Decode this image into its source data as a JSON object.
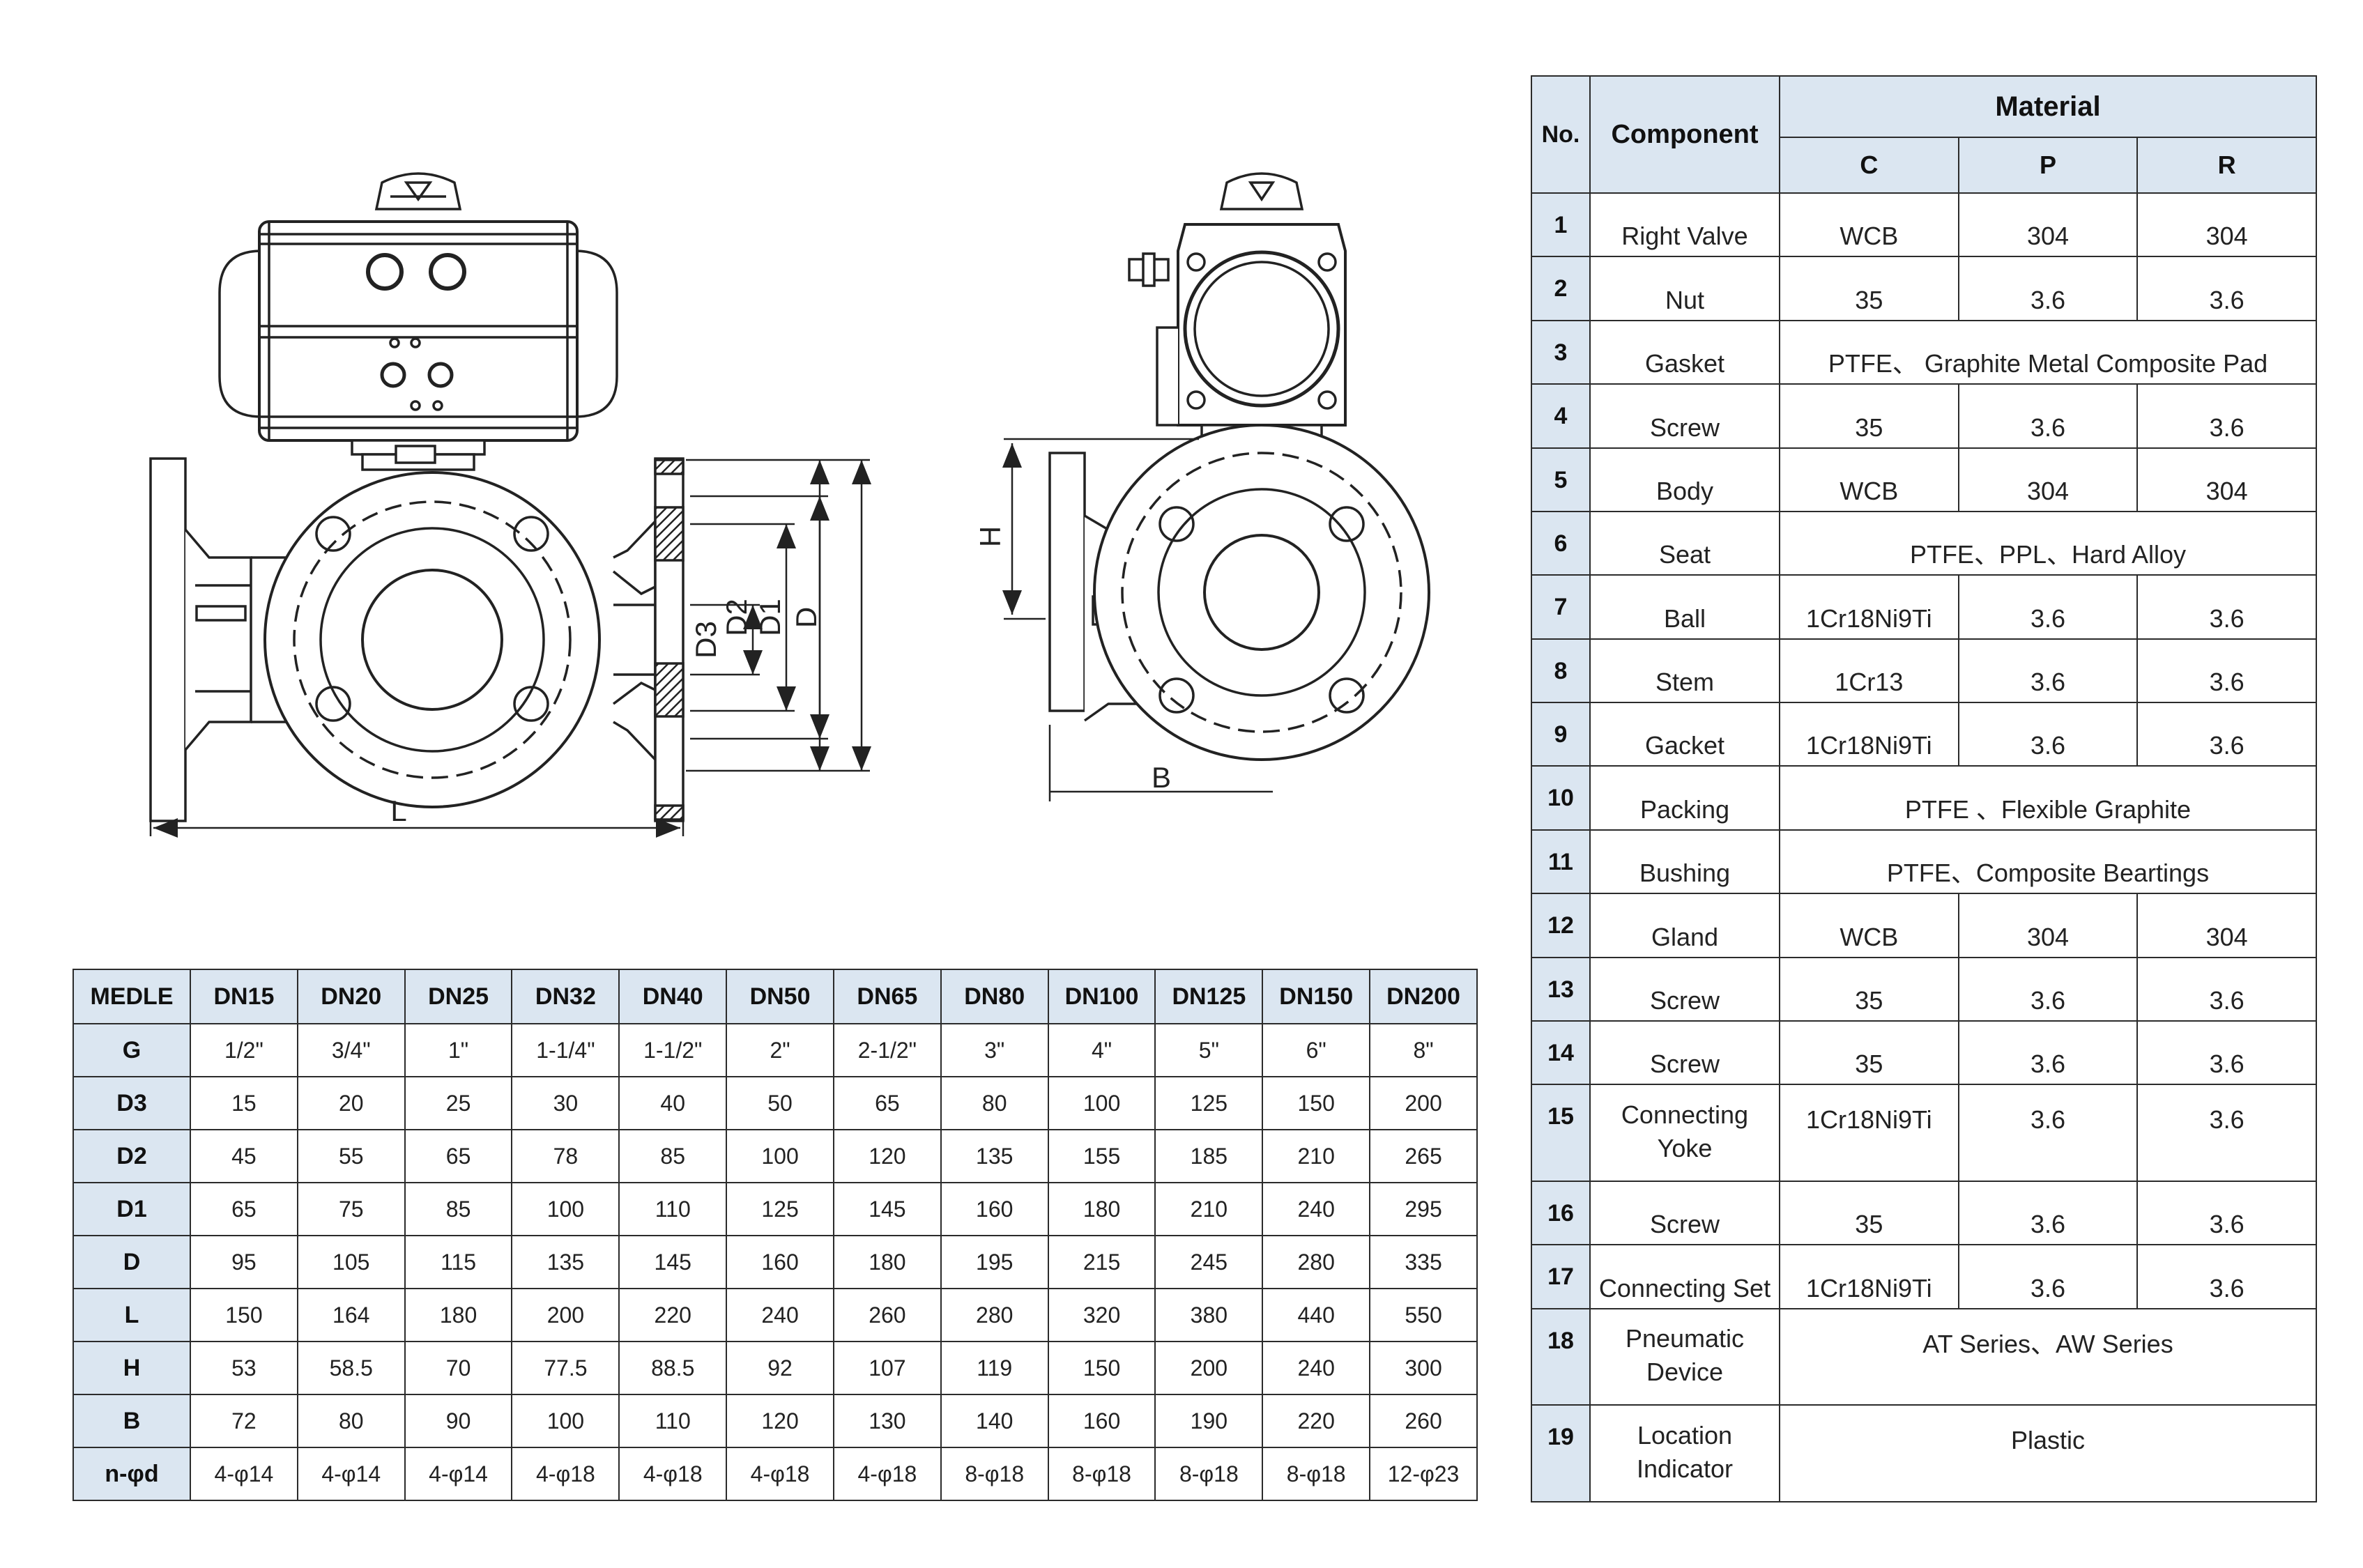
{
  "drawing": {
    "labels": {
      "L": "L",
      "B": "B",
      "H": "H",
      "D3": "D3",
      "D2": "D2",
      "D1": "D1",
      "D": "D"
    }
  },
  "dimension_table": {
    "corner": "MEDLE",
    "columns": [
      "DN15",
      "DN20",
      "DN25",
      "DN32",
      "DN40",
      "DN50",
      "DN65",
      "DN80",
      "DN100",
      "DN125",
      "DN150",
      "DN200"
    ],
    "rows": [
      {
        "label": "G",
        "values": [
          "1/2\"",
          "3/4\"",
          "1\"",
          "1-1/4\"",
          "1-1/2\"",
          "2\"",
          "2-1/2\"",
          "3\"",
          "4\"",
          "5\"",
          "6\"",
          "8\""
        ]
      },
      {
        "label": "D3",
        "values": [
          "15",
          "20",
          "25",
          "30",
          "40",
          "50",
          "65",
          "80",
          "100",
          "125",
          "150",
          "200"
        ]
      },
      {
        "label": "D2",
        "values": [
          "45",
          "55",
          "65",
          "78",
          "85",
          "100",
          "120",
          "135",
          "155",
          "185",
          "210",
          "265"
        ]
      },
      {
        "label": "D1",
        "values": [
          "65",
          "75",
          "85",
          "100",
          "110",
          "125",
          "145",
          "160",
          "180",
          "210",
          "240",
          "295"
        ]
      },
      {
        "label": "D",
        "values": [
          "95",
          "105",
          "115",
          "135",
          "145",
          "160",
          "180",
          "195",
          "215",
          "245",
          "280",
          "335"
        ]
      },
      {
        "label": "L",
        "values": [
          "150",
          "164",
          "180",
          "200",
          "220",
          "240",
          "260",
          "280",
          "320",
          "380",
          "440",
          "550"
        ]
      },
      {
        "label": "H",
        "values": [
          "53",
          "58.5",
          "70",
          "77.5",
          "88.5",
          "92",
          "107",
          "119",
          "150",
          "200",
          "240",
          "300"
        ]
      },
      {
        "label": "B",
        "values": [
          "72",
          "80",
          "90",
          "100",
          "110",
          "120",
          "130",
          "140",
          "160",
          "190",
          "220",
          "260"
        ]
      },
      {
        "label": "n-φd",
        "values": [
          "4-φ14",
          "4-φ14",
          "4-φ14",
          "4-φ18",
          "4-φ18",
          "4-φ18",
          "4-φ18",
          "8-φ18",
          "8-φ18",
          "8-φ18",
          "8-φ18",
          "12-φ23"
        ]
      }
    ]
  },
  "material_table": {
    "header_no": "No.",
    "header_component": "Component",
    "header_material": "Material",
    "sub_headers": [
      "C",
      "P",
      "R"
    ],
    "rows": [
      {
        "no": "1",
        "component": "Right Valve",
        "c": "WCB",
        "p": "304",
        "r": "304"
      },
      {
        "no": "2",
        "component": "Nut",
        "c": "35",
        "p": "3.6",
        "r": "3.6"
      },
      {
        "no": "3",
        "component": "Gasket",
        "merged": "PTFE、 Graphite Metal Composite Pad"
      },
      {
        "no": "4",
        "component": "Screw",
        "c": "35",
        "p": "3.6",
        "r": "3.6"
      },
      {
        "no": "5",
        "component": "Body",
        "c": "WCB",
        "p": "304",
        "r": "304"
      },
      {
        "no": "6",
        "component": "Seat",
        "merged": "PTFE、PPL、Hard Alloy"
      },
      {
        "no": "7",
        "component": "Ball",
        "c": "1Cr18Ni9Ti",
        "p": "3.6",
        "r": "3.6"
      },
      {
        "no": "8",
        "component": "Stem",
        "c": "1Cr13",
        "p": "3.6",
        "r": "3.6"
      },
      {
        "no": "9",
        "component": "Gacket",
        "c": "1Cr18Ni9Ti",
        "p": "3.6",
        "r": "3.6"
      },
      {
        "no": "10",
        "component": "Packing",
        "merged": "PTFE 、Flexible Graphite"
      },
      {
        "no": "11",
        "component": "Bushing",
        "merged": "PTFE、Composite Beartings"
      },
      {
        "no": "12",
        "component": "Gland",
        "c": "WCB",
        "p": "304",
        "r": "304"
      },
      {
        "no": "13",
        "component": "Screw",
        "c": "35",
        "p": "3.6",
        "r": "3.6"
      },
      {
        "no": "14",
        "component": "Screw",
        "c": "35",
        "p": "3.6",
        "r": "3.6"
      },
      {
        "no": "15",
        "component": "Connecting Yoke",
        "c": "1Cr18Ni9Ti",
        "p": "3.6",
        "r": "3.6",
        "tall": true
      },
      {
        "no": "16",
        "component": "Screw",
        "c": "35",
        "p": "3.6",
        "r": "3.6"
      },
      {
        "no": "17",
        "component": "Connecting Set",
        "c": "1Cr18Ni9Ti",
        "p": "3.6",
        "r": "3.6"
      },
      {
        "no": "18",
        "component": "Pneumatic Device",
        "merged": "AT Series、AW Series",
        "tall": true
      },
      {
        "no": "19",
        "component": "Location Indicator",
        "merged": "Plastic",
        "tall": true
      }
    ]
  },
  "colors": {
    "header_fill": "#dbe6f1",
    "grid_line": "#2b2b2b"
  }
}
